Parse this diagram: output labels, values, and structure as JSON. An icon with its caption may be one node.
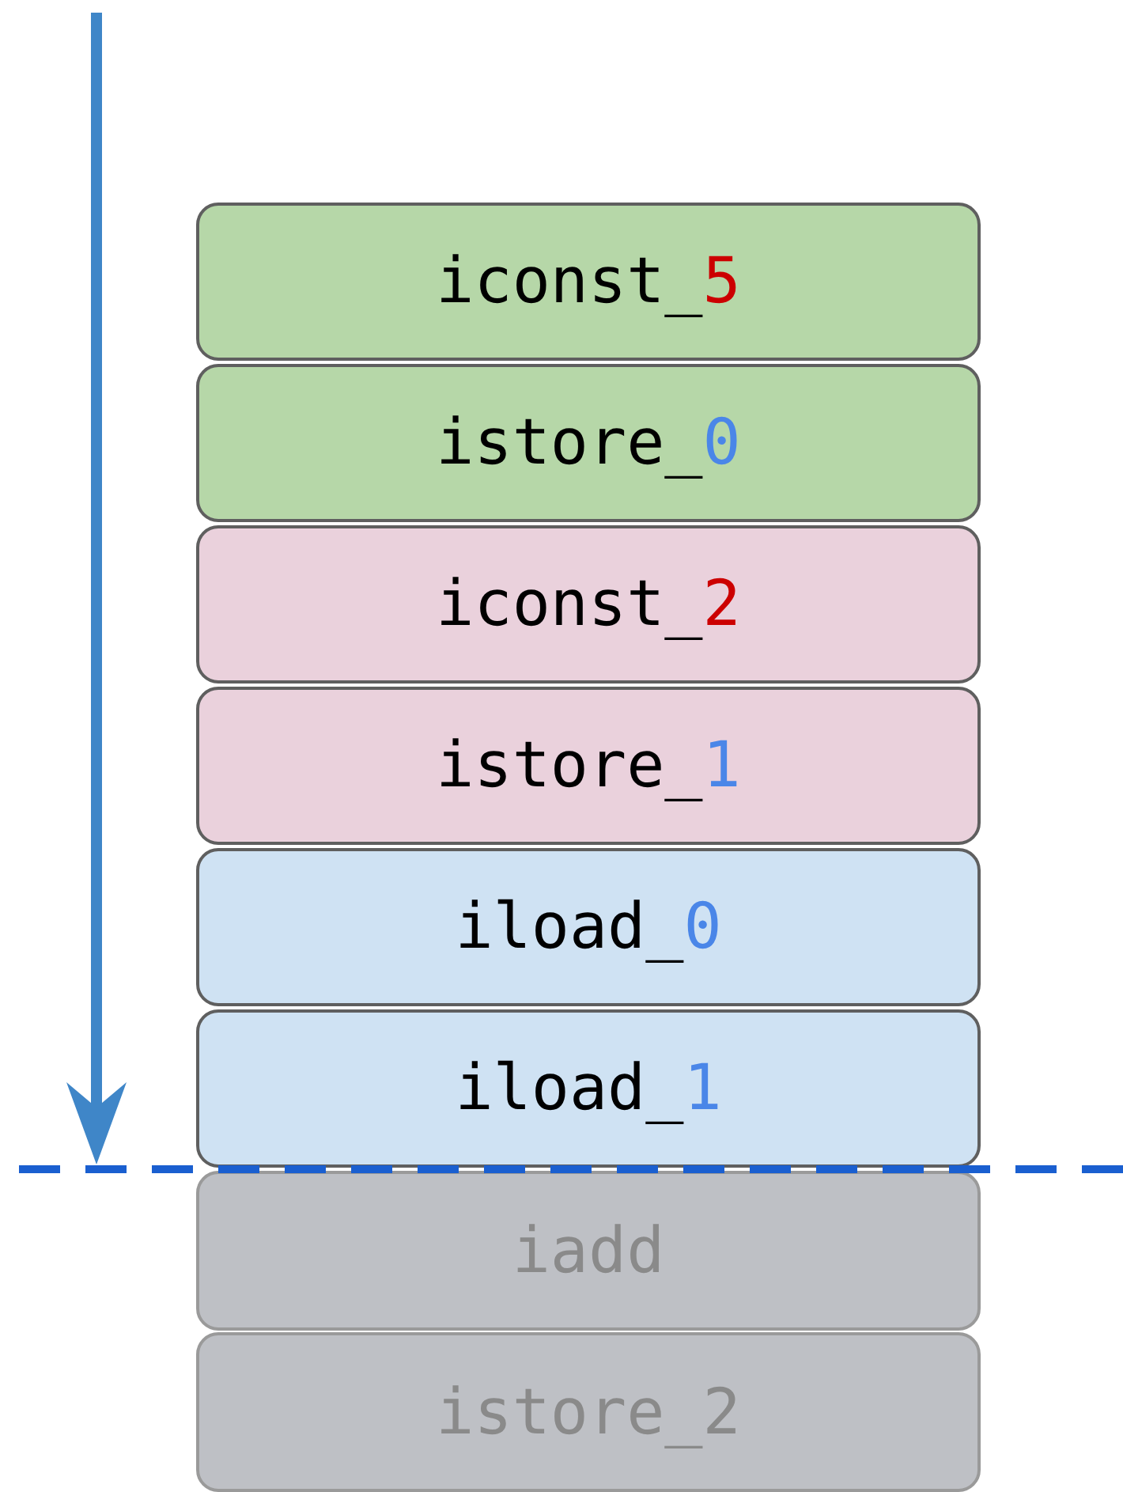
{
  "diagram": {
    "nodes": [
      {
        "text": [
          "iconst_5"
        ]
      },
      {
        "text": [
          "istore_0"
        ]
      },
      {
        "text": [
          "iconst_2"
        ]
      },
      {
        "text": [
          "istore_1"
        ]
      },
      {
        "text": [
          "iload_0"
        ]
      },
      {
        "text": [
          "iload_1"
        ]
      },
      {
        "text": [
          "iadd"
        ]
      },
      {
        "text": [
          "istore_2"
        ]
      }
    ]
  }
}
